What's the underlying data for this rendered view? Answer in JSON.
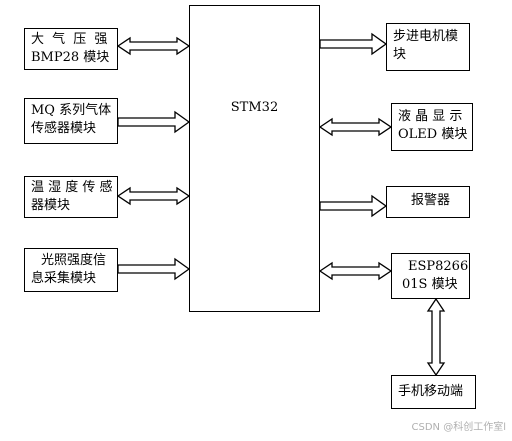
{
  "center": {
    "label": "STM32"
  },
  "left_modules": [
    {
      "line1": "大 气 压 强",
      "line2": "BMP28 模块",
      "arrow": "double"
    },
    {
      "line1": "MQ 系列气体",
      "line2": "传感器模块",
      "arrow": "right"
    },
    {
      "line1": "温 湿 度 传 感",
      "line2": "器模块",
      "arrow": "double"
    },
    {
      "line1": "光照强度信",
      "line2": "息采集模块",
      "arrow": "right"
    }
  ],
  "right_modules": [
    {
      "line1": "步进电机模",
      "line2": "块",
      "arrow": "right"
    },
    {
      "line1": "液 晶 显 示",
      "line2": "OLED 模块",
      "arrow": "double"
    },
    {
      "line1": "报警器",
      "line2": "",
      "arrow": "right"
    },
    {
      "line1": "ESP8266",
      "line2": "01S 模块",
      "arrow": "double"
    }
  ],
  "bottom_module": {
    "line1": "手机移动端",
    "arrow": "double-vertical"
  },
  "watermark": "CSDN @科创工作室l"
}
